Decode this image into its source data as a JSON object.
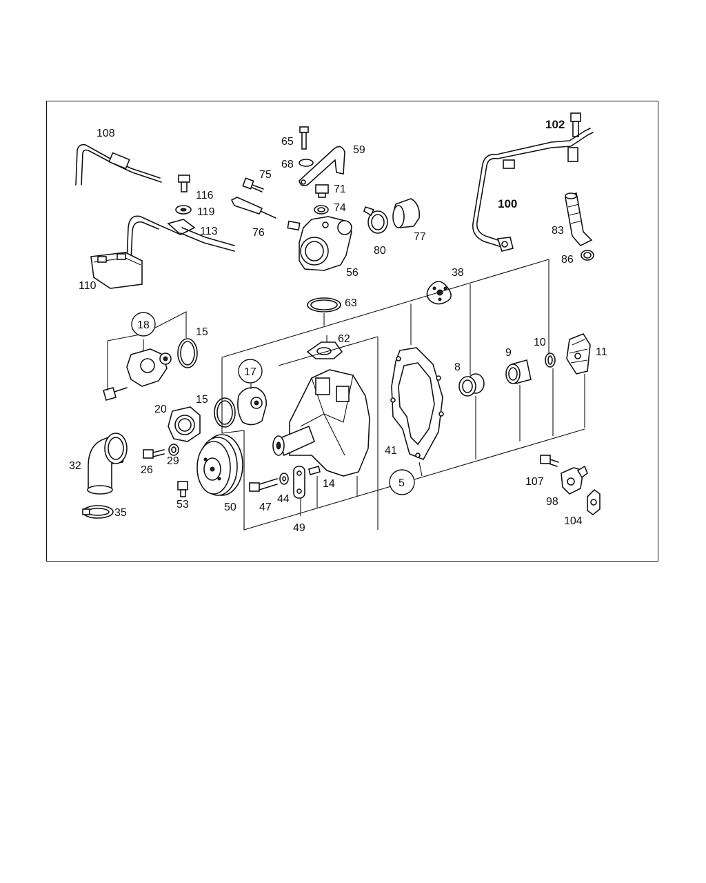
{
  "callouts": [
    {
      "id": "108",
      "text": "108"
    },
    {
      "id": "116",
      "text": "116"
    },
    {
      "id": "119",
      "text": "119"
    },
    {
      "id": "113",
      "text": "113"
    },
    {
      "id": "110",
      "text": "110"
    },
    {
      "id": "65",
      "text": "65"
    },
    {
      "id": "68",
      "text": "68"
    },
    {
      "id": "59",
      "text": "59"
    },
    {
      "id": "75",
      "text": "75"
    },
    {
      "id": "71",
      "text": "71"
    },
    {
      "id": "74",
      "text": "74"
    },
    {
      "id": "76",
      "text": "76"
    },
    {
      "id": "56",
      "text": "56"
    },
    {
      "id": "80",
      "text": "80"
    },
    {
      "id": "77",
      "text": "77"
    },
    {
      "id": "102",
      "text": "102"
    },
    {
      "id": "100",
      "text": "100"
    },
    {
      "id": "83",
      "text": "83"
    },
    {
      "id": "86",
      "text": "86"
    },
    {
      "id": "38",
      "text": "38"
    },
    {
      "id": "63",
      "text": "63"
    },
    {
      "id": "62",
      "text": "62"
    },
    {
      "id": "18",
      "text": "18"
    },
    {
      "id": "15a",
      "text": "15"
    },
    {
      "id": "17",
      "text": "17"
    },
    {
      "id": "15b",
      "text": "15"
    },
    {
      "id": "20",
      "text": "20"
    },
    {
      "id": "32",
      "text": "32"
    },
    {
      "id": "26",
      "text": "26"
    },
    {
      "id": "29",
      "text": "29"
    },
    {
      "id": "35",
      "text": "35"
    },
    {
      "id": "53",
      "text": "53"
    },
    {
      "id": "50",
      "text": "50"
    },
    {
      "id": "47",
      "text": "47"
    },
    {
      "id": "44",
      "text": "44"
    },
    {
      "id": "49",
      "text": "49"
    },
    {
      "id": "14",
      "text": "14"
    },
    {
      "id": "41",
      "text": "41"
    },
    {
      "id": "5",
      "text": "5"
    },
    {
      "id": "8",
      "text": "8"
    },
    {
      "id": "9",
      "text": "9"
    },
    {
      "id": "10",
      "text": "10"
    },
    {
      "id": "11",
      "text": "11"
    },
    {
      "id": "107",
      "text": "107"
    },
    {
      "id": "98",
      "text": "98"
    },
    {
      "id": "104",
      "text": "104"
    }
  ]
}
